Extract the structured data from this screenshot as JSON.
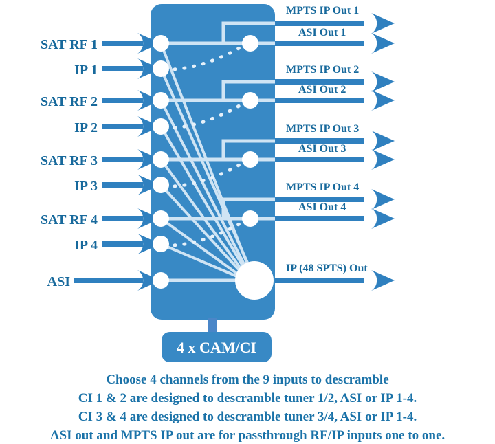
{
  "diagram": {
    "title": "4 x CAM/CI multi-channel descrambler block diagram",
    "colors": {
      "chassis_fill": "#3889c5",
      "node_fill": "#ffffff",
      "inner_line": "#cfe4f4",
      "arrow_blue": "#2f80bf",
      "label_blue": "#17699c",
      "footer_blue": "#1a72a8",
      "cam_fill": "#3889c5",
      "cam_text": "#ffffff",
      "background": "#ffffff"
    },
    "inputs": [
      {
        "label": "SAT RF 1",
        "kind": "tuner"
      },
      {
        "label": "IP 1",
        "kind": "ip"
      },
      {
        "label": "SAT RF 2",
        "kind": "tuner"
      },
      {
        "label": "IP 2",
        "kind": "ip"
      },
      {
        "label": "SAT RF 3",
        "kind": "tuner"
      },
      {
        "label": "IP 3",
        "kind": "ip"
      },
      {
        "label": "SAT RF 4",
        "kind": "tuner"
      },
      {
        "label": "IP 4",
        "kind": "ip"
      },
      {
        "label": "ASI",
        "kind": "asi"
      }
    ],
    "outputs": [
      {
        "label": "MPTS IP Out 1",
        "kind": "mpts"
      },
      {
        "label": "ASI Out 1",
        "kind": "asi"
      },
      {
        "label": "MPTS IP Out 2",
        "kind": "mpts"
      },
      {
        "label": "ASI Out 2",
        "kind": "asi"
      },
      {
        "label": "MPTS IP Out 3",
        "kind": "mpts"
      },
      {
        "label": "ASI Out 3",
        "kind": "asi"
      },
      {
        "label": "MPTS IP Out 4",
        "kind": "mpts"
      },
      {
        "label": "ASI Out 4",
        "kind": "asi"
      },
      {
        "label": "IP (48 SPTS) Out",
        "kind": "spts"
      }
    ],
    "cam_module": {
      "label": "4 x CAM/CI"
    },
    "footer_notes": [
      "Choose 4 channels from the 9 inputs to descramble",
      "CI 1 & 2 are designed to descramble tuner 1/2,  ASI or IP 1-4.",
      "CI 3 & 4 are designed to descramble tuner 3/4,  ASI or IP 1-4.",
      "ASI out and MPTS IP out are for passthrough RF/IP inputs one to one."
    ]
  }
}
